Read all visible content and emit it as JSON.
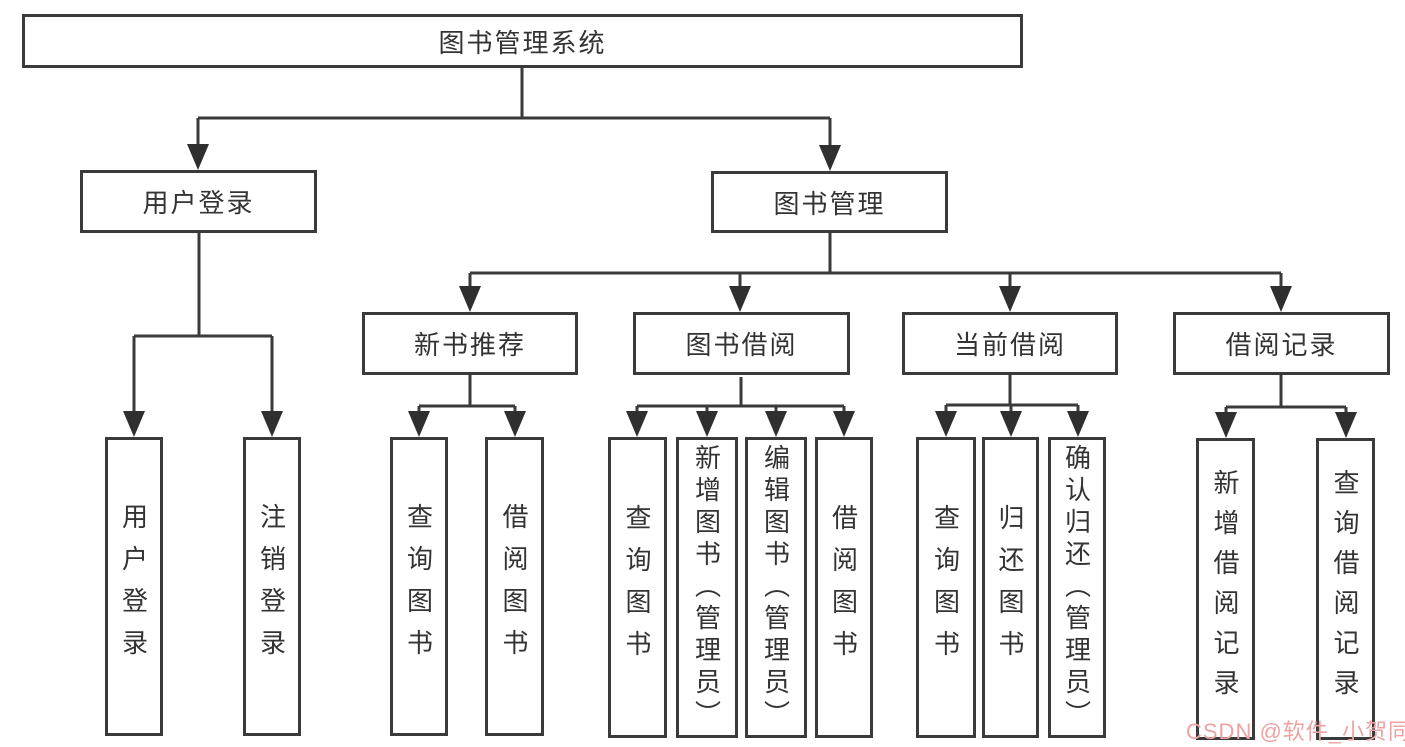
{
  "diagram": {
    "title": "图书管理系统",
    "watermark": "CSDN @软件_小贺同学",
    "colors": {
      "line": "#3a3a3a",
      "text": "#333333",
      "watermark": "#eda3a3",
      "background": "#ffffff"
    },
    "nodes": {
      "root": "图书管理系统",
      "user_login": "用户登录",
      "book_mgmt": "图书管理",
      "new_book_rec": "新书推荐",
      "book_borrow": "图书借阅",
      "current_borrow": "当前借阅",
      "borrow_record": "借阅记录",
      "leaf_user_login": "用户登录",
      "leaf_logout": "注销登录",
      "leaf_nbr_query": "查询图书",
      "leaf_nbr_borrow": "借阅图书",
      "leaf_bb_query": "查询图书",
      "leaf_bb_add": "新增图书（管理员）",
      "leaf_bb_edit": "编辑图书（管理员）",
      "leaf_bb_borrow": "借阅图书",
      "leaf_cb_query": "查询图书",
      "leaf_cb_return": "归还图书",
      "leaf_cb_confirm": "确认归还（管理员）",
      "leaf_br_add": "新增借阅记录",
      "leaf_br_query": "查询借阅记录"
    }
  }
}
